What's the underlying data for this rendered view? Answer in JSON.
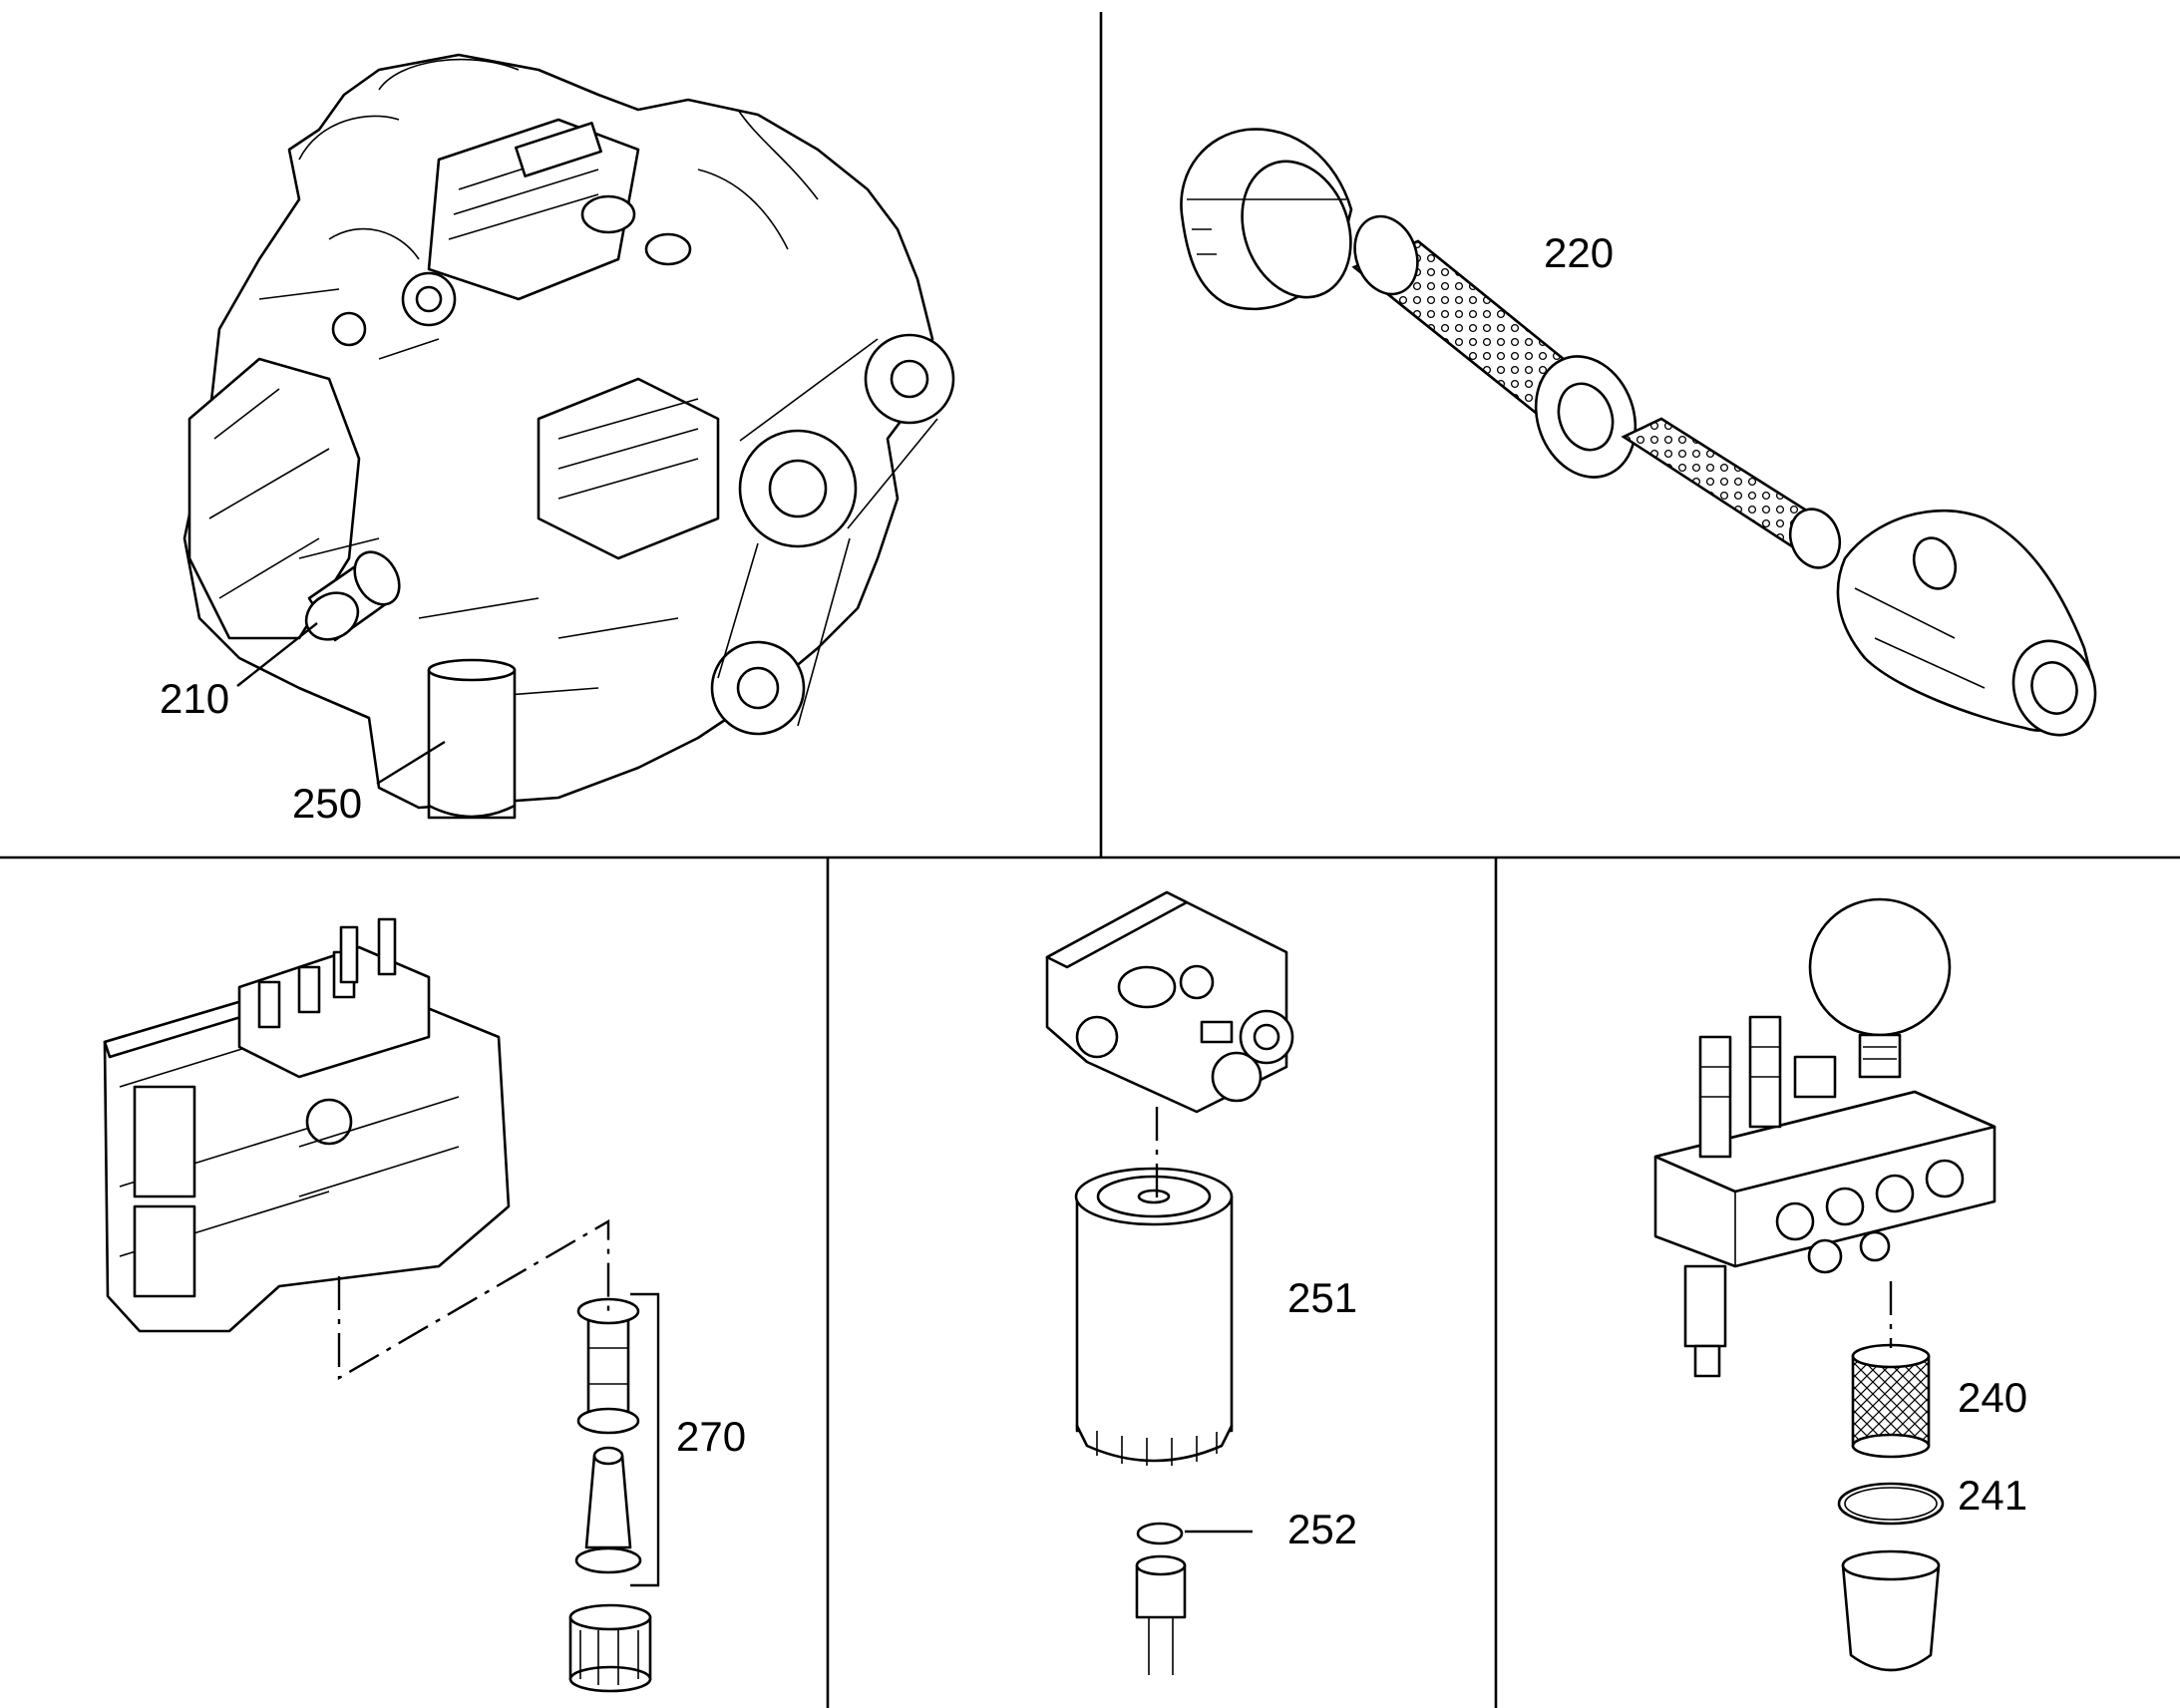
{
  "callouts": {
    "p210": "210",
    "p220": "220",
    "p240": "240",
    "p241": "241",
    "p250": "250",
    "p251": "251",
    "p252": "252",
    "p270": "270"
  }
}
